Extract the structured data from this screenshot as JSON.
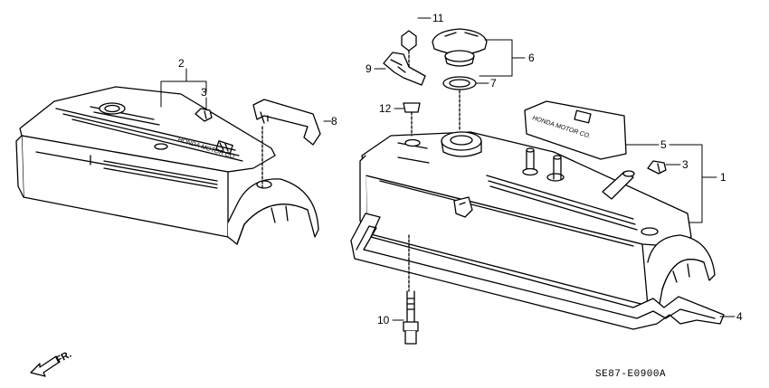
{
  "diagram": {
    "reference_code": "SE87-E0900A",
    "direction_label": "FR.",
    "embossed_text": "HONDA MOTOR CO.",
    "callouts": [
      {
        "id": "c1",
        "label": "1"
      },
      {
        "id": "c2",
        "label": "2"
      },
      {
        "id": "c3a",
        "label": "3"
      },
      {
        "id": "c3b",
        "label": "3"
      },
      {
        "id": "c4",
        "label": "4"
      },
      {
        "id": "c5",
        "label": "5"
      },
      {
        "id": "c6",
        "label": "6"
      },
      {
        "id": "c7",
        "label": "7"
      },
      {
        "id": "c8",
        "label": "8"
      },
      {
        "id": "c9",
        "label": "9"
      },
      {
        "id": "c10",
        "label": "10"
      },
      {
        "id": "c11",
        "label": "11"
      },
      {
        "id": "c12",
        "label": "12"
      }
    ]
  }
}
